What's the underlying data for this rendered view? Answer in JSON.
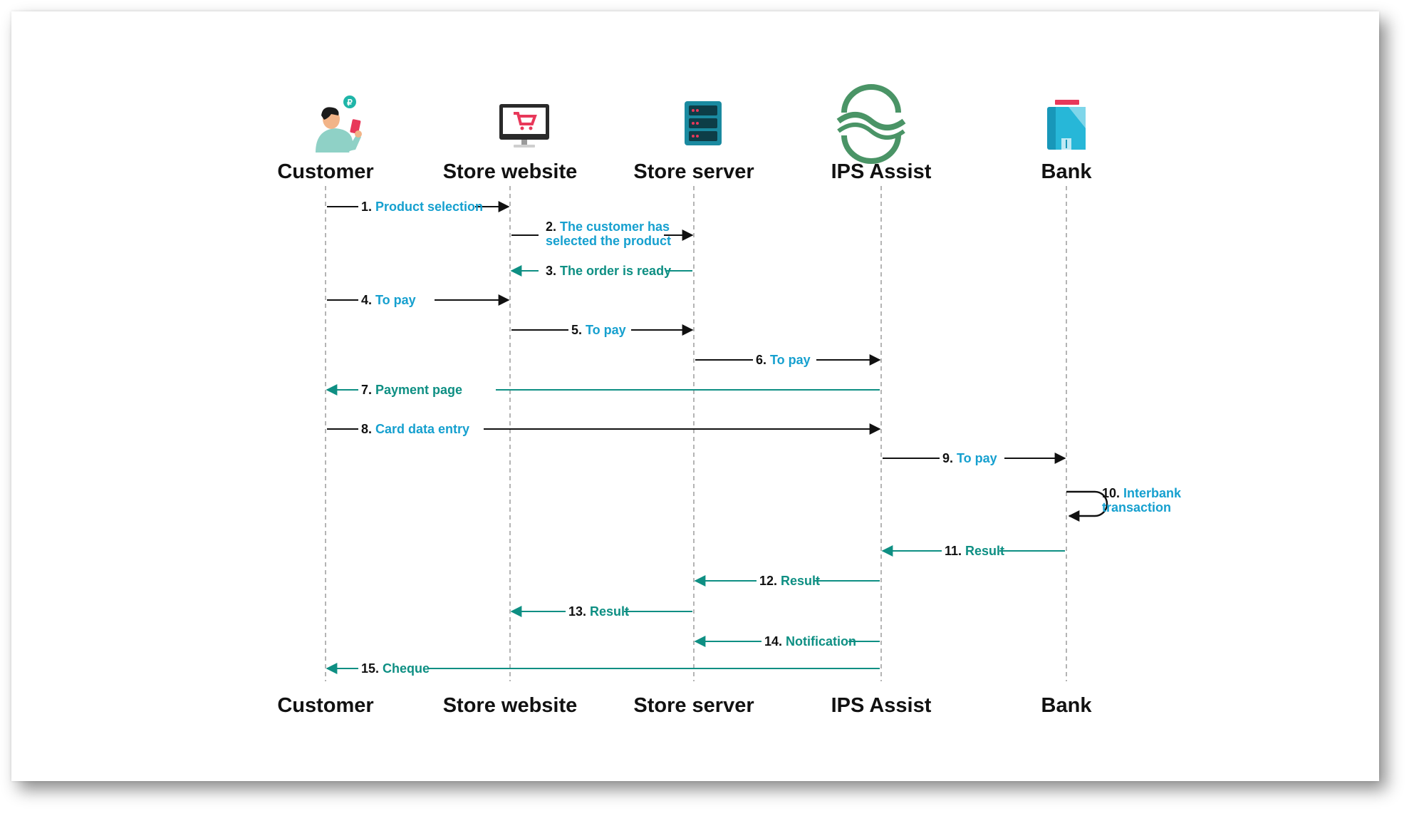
{
  "colors": {
    "request_arrow": "#111111",
    "response_arrow": "#0e8f83",
    "request_label": "#16a0cf",
    "response_label": "#0e8f83",
    "lifeline": "#9b9b9b"
  },
  "actors": [
    {
      "id": "customer",
      "name": "Customer",
      "icon": "customer-with-phone-icon"
    },
    {
      "id": "website",
      "name": "Store website",
      "icon": "monitor-shopping-cart-icon"
    },
    {
      "id": "server",
      "name": "Store server",
      "icon": "server-rack-icon"
    },
    {
      "id": "ips",
      "name": "IPS Assist",
      "icon": "ips-assist-logo-icon"
    },
    {
      "id": "bank",
      "name": "Bank",
      "icon": "bank-building-icon"
    }
  ],
  "messages": [
    {
      "num": "1.",
      "lines": [
        "Product selection"
      ],
      "from": "customer",
      "to": "website",
      "kind": "request"
    },
    {
      "num": "2.",
      "lines": [
        "The customer has",
        "selected the product"
      ],
      "from": "website",
      "to": "server",
      "kind": "request"
    },
    {
      "num": "3.",
      "lines": [
        "The order is ready"
      ],
      "from": "server",
      "to": "website",
      "kind": "response"
    },
    {
      "num": "4.",
      "lines": [
        "To pay"
      ],
      "from": "customer",
      "to": "website",
      "kind": "request"
    },
    {
      "num": "5.",
      "lines": [
        "To pay"
      ],
      "from": "website",
      "to": "server",
      "kind": "request"
    },
    {
      "num": "6.",
      "lines": [
        "To pay"
      ],
      "from": "server",
      "to": "ips",
      "kind": "request"
    },
    {
      "num": "7.",
      "lines": [
        "Payment page"
      ],
      "from": "ips",
      "to": "customer",
      "kind": "response"
    },
    {
      "num": "8.",
      "lines": [
        "Card data entry"
      ],
      "from": "customer",
      "to": "ips",
      "kind": "request"
    },
    {
      "num": "9.",
      "lines": [
        "To pay"
      ],
      "from": "ips",
      "to": "bank",
      "kind": "request"
    },
    {
      "num": "10.",
      "lines": [
        "Interbank",
        "transaction"
      ],
      "from": "bank",
      "to": "bank",
      "kind": "self"
    },
    {
      "num": "11.",
      "lines": [
        "Result"
      ],
      "from": "bank",
      "to": "ips",
      "kind": "response"
    },
    {
      "num": "12.",
      "lines": [
        "Result"
      ],
      "from": "ips",
      "to": "server",
      "kind": "response"
    },
    {
      "num": "13.",
      "lines": [
        "Result"
      ],
      "from": "server",
      "to": "website",
      "kind": "response"
    },
    {
      "num": "14.",
      "lines": [
        "Notification"
      ],
      "from": "ips",
      "to": "server",
      "kind": "response"
    },
    {
      "num": "15.",
      "lines": [
        "Cheque"
      ],
      "from": "ips",
      "to": "customer",
      "kind": "response"
    }
  ]
}
